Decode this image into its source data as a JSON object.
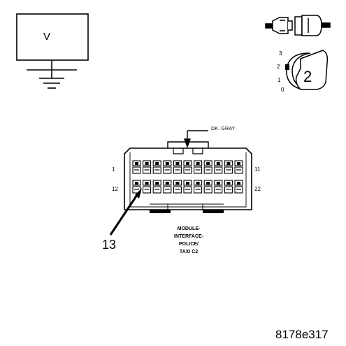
{
  "voltmeter": {
    "label": "V",
    "icon": "voltmeter-with-ground"
  },
  "probe": {
    "icon": "back-probe-connector"
  },
  "ignition": {
    "icon": "ignition-key-switch",
    "positions": [
      "3",
      "2",
      "1",
      "0"
    ],
    "step": "2"
  },
  "connector": {
    "wire_color": "DK. GRAY",
    "pin_labels": {
      "top_left": "1",
      "top_right": "11",
      "bottom_left": "12",
      "bottom_right": "22"
    },
    "callout_pin": "13",
    "name_lines": [
      "MODULE-",
      "INTERFACE-",
      "POLICE/",
      "TAXI C2"
    ]
  },
  "figure_id": "8178e317"
}
